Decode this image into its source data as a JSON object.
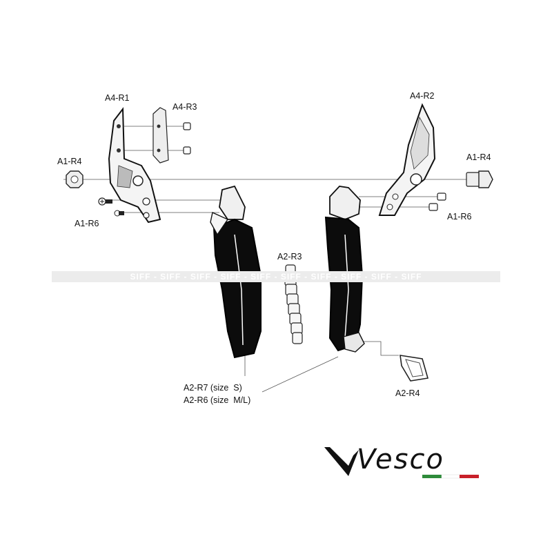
{
  "labels": {
    "a4_r1": "A4-R1",
    "a4_r3": "A4-R3",
    "a4_r2": "A4-R2",
    "a1_r4_left": "A1-R4",
    "a1_r4_right": "A1-R4",
    "a1_r6_left": "A1-R6",
    "a1_r6_right": "A1-R6",
    "a2_r3": "A2-R3",
    "a2_r4": "A2-R4",
    "a2_r7_r6": "A2-R7 (size  S)\nA2-R6 (size  M/L)"
  },
  "watermark": "SIFF - SIFF - SIFF - SIFF - SIFF - SIFF - SIFF - SIFF - SIFF - SIFF",
  "brand": {
    "name": "Vesco",
    "flag_colors": [
      "#2e8b3a",
      "#ffffff",
      "#c8202a"
    ]
  }
}
